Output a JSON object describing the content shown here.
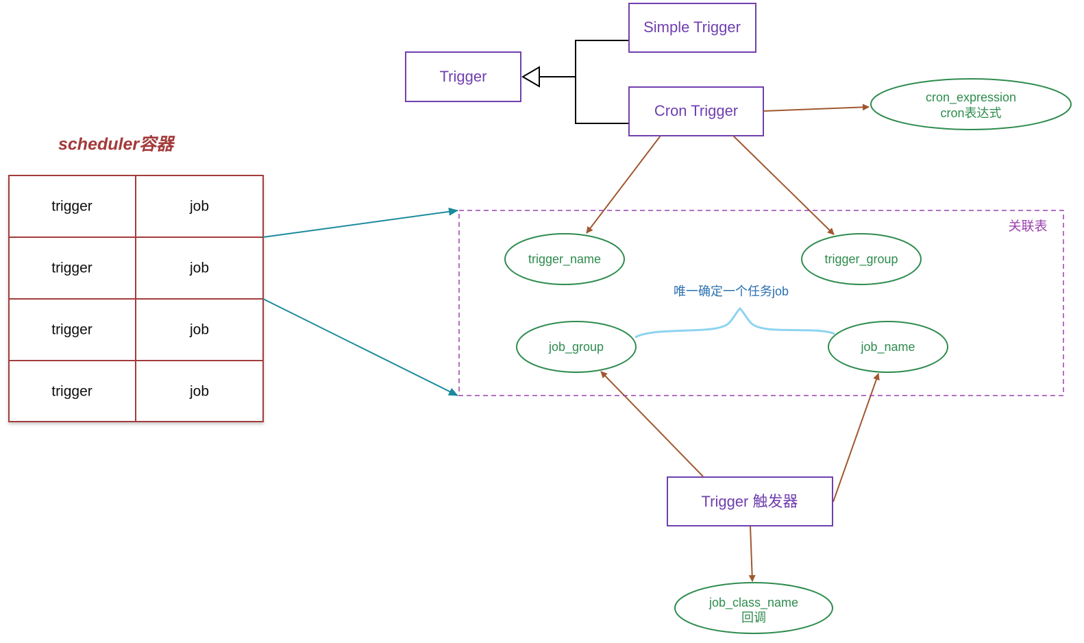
{
  "classes": {
    "trigger": "Trigger",
    "simple_trigger": "Simple Trigger",
    "cron_trigger": "Cron Trigger",
    "trigger_zh": "Trigger 触发器"
  },
  "cron_expression": {
    "line1": "cron_expression",
    "line2": "cron表达式"
  },
  "association": {
    "label": "关联表",
    "trigger_name": "trigger_name",
    "trigger_group": "trigger_group",
    "job_group": "job_group",
    "job_name": "job_name",
    "brace_label": "唯一确定一个任务job"
  },
  "job_class": {
    "line1": "job_class_name",
    "line2": "回调"
  },
  "scheduler": {
    "title": "scheduler容器",
    "rows": [
      {
        "trigger": "trigger",
        "job": "job"
      },
      {
        "trigger": "trigger",
        "job": "job"
      },
      {
        "trigger": "trigger",
        "job": "job"
      },
      {
        "trigger": "trigger",
        "job": "job"
      }
    ]
  },
  "colors": {
    "class": "#6f3fae",
    "field": "#2e8b4e",
    "arrow": "#a0572f",
    "link": "#1a8a9c",
    "scheduler": "#a33a3a",
    "brace": "#8dd3f0"
  }
}
